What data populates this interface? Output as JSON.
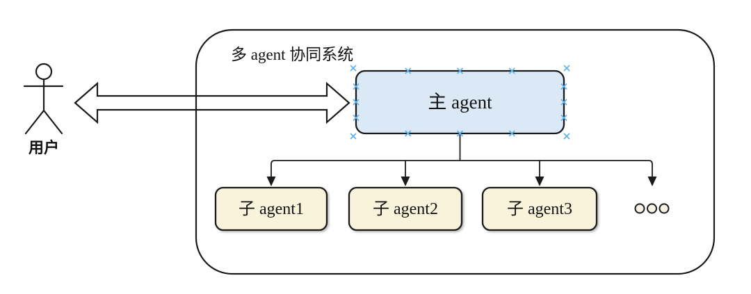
{
  "colors": {
    "background": "#ffffff",
    "stroke": "#1a1a1a",
    "main_agent_fill": "#dbe9f6",
    "sub_agent_fill": "#faf3dc",
    "ellipsis_fill": "#f6f2e3",
    "selection_handle": "#5fb2ea"
  },
  "user": {
    "label": "用户"
  },
  "system": {
    "title": "多 agent 协同系统",
    "main_agent": {
      "label": "主 agent"
    },
    "sub_agents": [
      {
        "label": "子 agent1"
      },
      {
        "label": "子 agent2"
      },
      {
        "label": "子 agent3"
      }
    ],
    "more_agents_ellipsis_count": 3
  }
}
